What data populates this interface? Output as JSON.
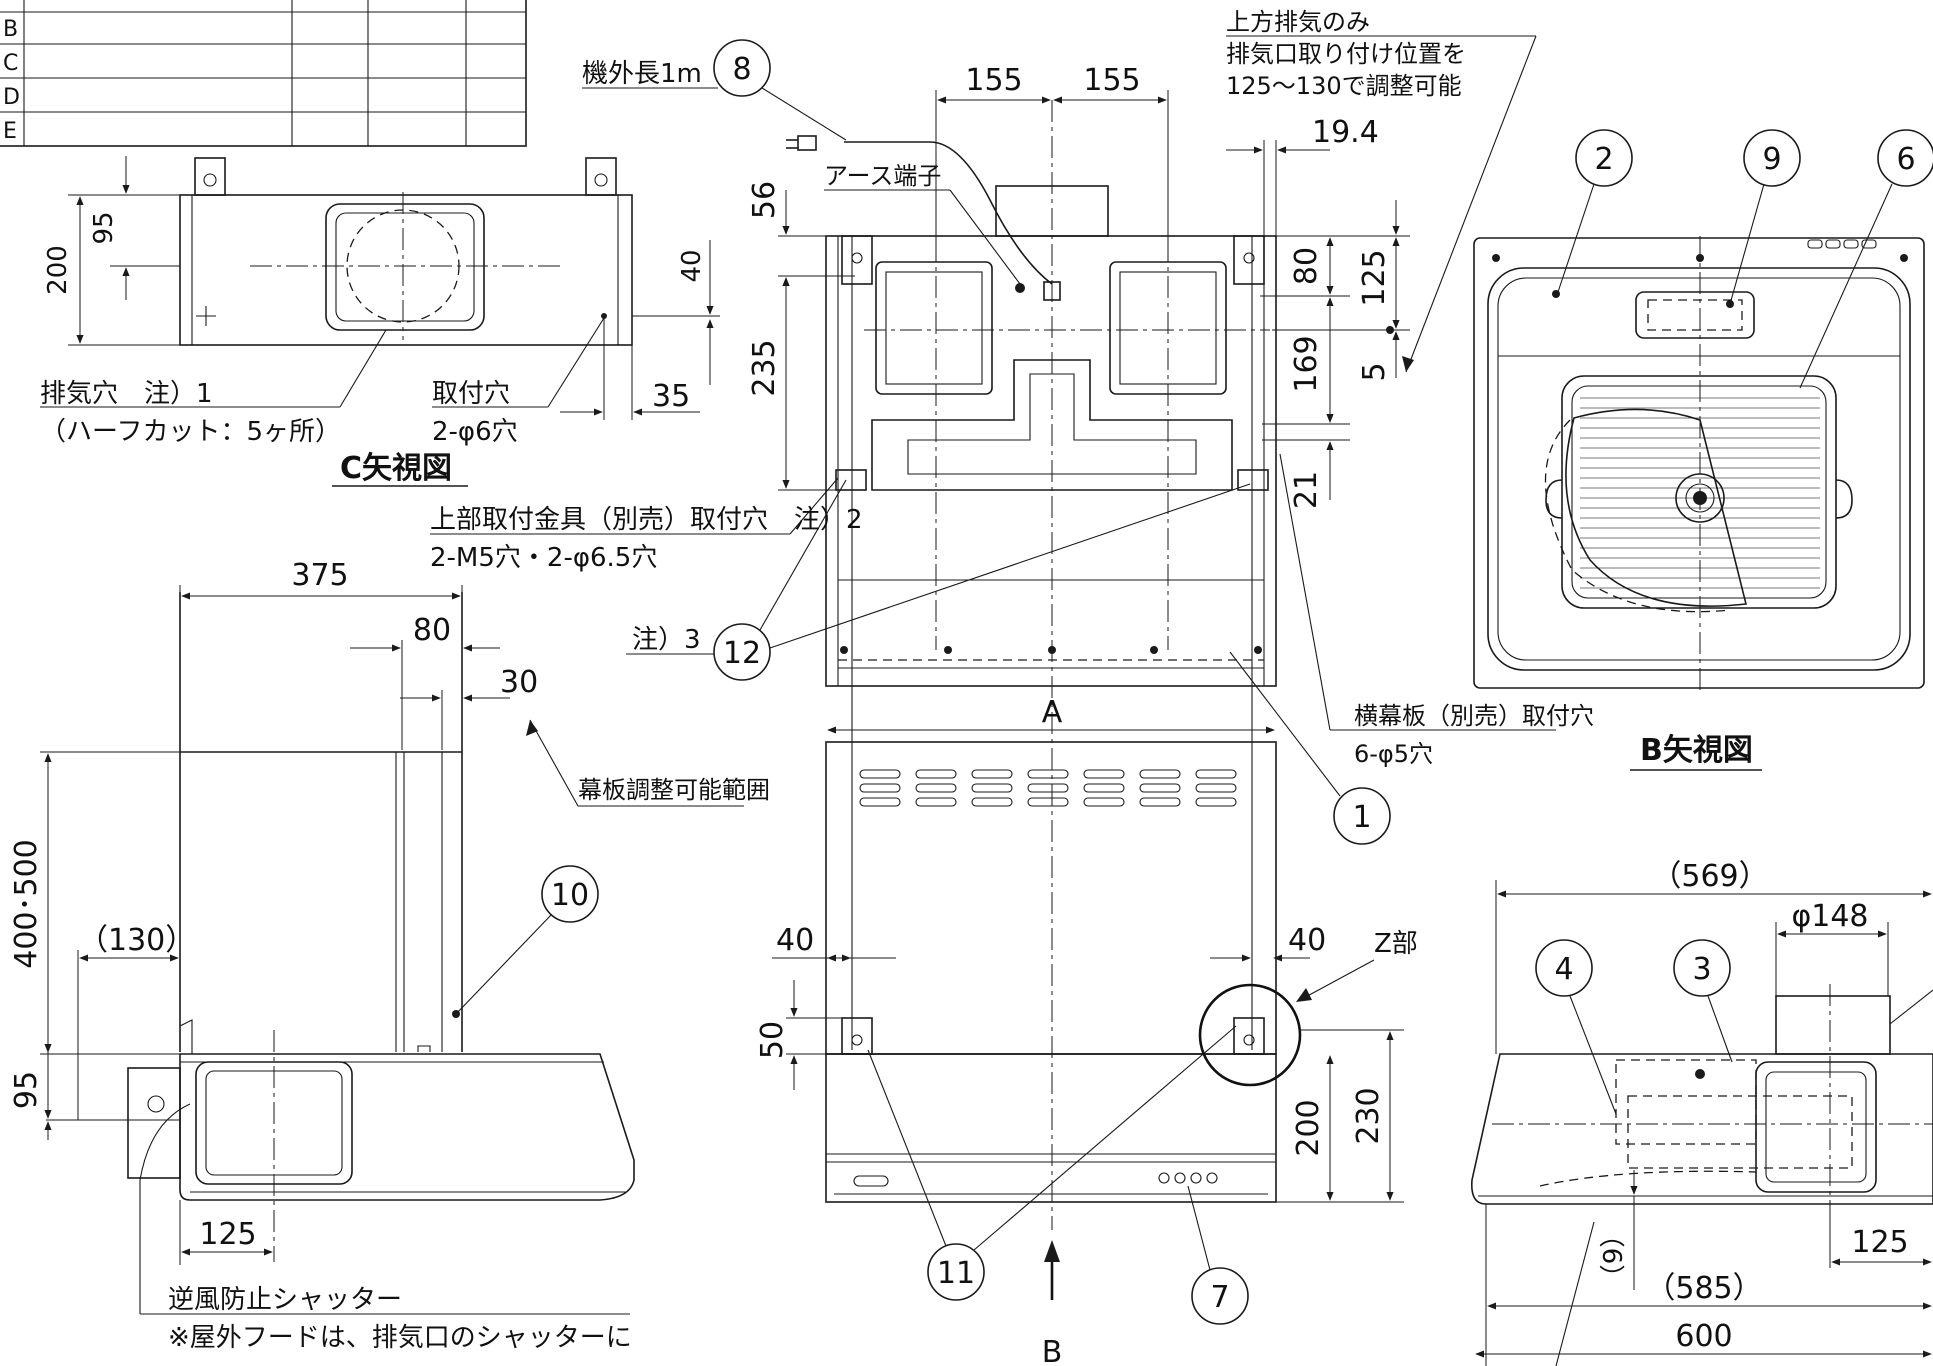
{
  "views": {
    "c_view": "C矢視図",
    "b_view": "B矢視図"
  },
  "table": {
    "rows": [
      "B",
      "C",
      "D",
      "E"
    ]
  },
  "notes": {
    "top_exhaust_1": "上方排気のみ",
    "top_exhaust_2": "排気口取り付け位置を",
    "top_exhaust_3": "125～130で調整可能",
    "cord_length": "機外長1m",
    "earth_terminal": "アース端子",
    "exhaust_hole_1": "排気穴　注）1",
    "exhaust_hole_2": "（ハーフカット：5ヶ所）",
    "mount_hole_1": "取付穴",
    "mount_hole_2": "2-φ6穴",
    "upper_bracket_1": "上部取付金具（別売）取付穴　注）2",
    "upper_bracket_2": "2-M5穴・2-φ6.5穴",
    "note3": "注）3",
    "panel_hole_1": "横幕板（別売）取付穴",
    "panel_hole_2": "6-φ5穴",
    "panel_range": "幕板調整可能範囲",
    "zone_z": "Z部",
    "shutter": "逆風防止シャッター",
    "shutter_note": "※屋外フードは、排気口のシャッターに",
    "arrow_a": "A",
    "arrow_b": "B"
  },
  "dims": {
    "d155a": "155",
    "d155b": "155",
    "d19_4": "19.4",
    "d56": "56",
    "d235": "235",
    "d80v": "80",
    "d125v": "125",
    "d169": "169",
    "d5": "5",
    "d21": "21",
    "d95c": "95",
    "d200c": "200",
    "d40c": "40",
    "d35": "35",
    "d375": "375",
    "d80h": "80",
    "d30": "30",
    "d400_500": "400･500",
    "d130": "（130）",
    "d95s": "95",
    "d125s": "125",
    "d40l": "40",
    "d40r": "40",
    "d50": "50",
    "d200f": "200",
    "d230": "230",
    "d569": "（569）",
    "d148": "φ148",
    "d585": "（585）",
    "d600": "600",
    "d9": "（9）",
    "d125r": "125"
  },
  "callouts": {
    "c1": "1",
    "c2": "2",
    "c3": "3",
    "c4": "4",
    "c6": "6",
    "c7": "7",
    "c8": "8",
    "c9": "9",
    "c10": "10",
    "c11": "11",
    "c12": "12"
  }
}
